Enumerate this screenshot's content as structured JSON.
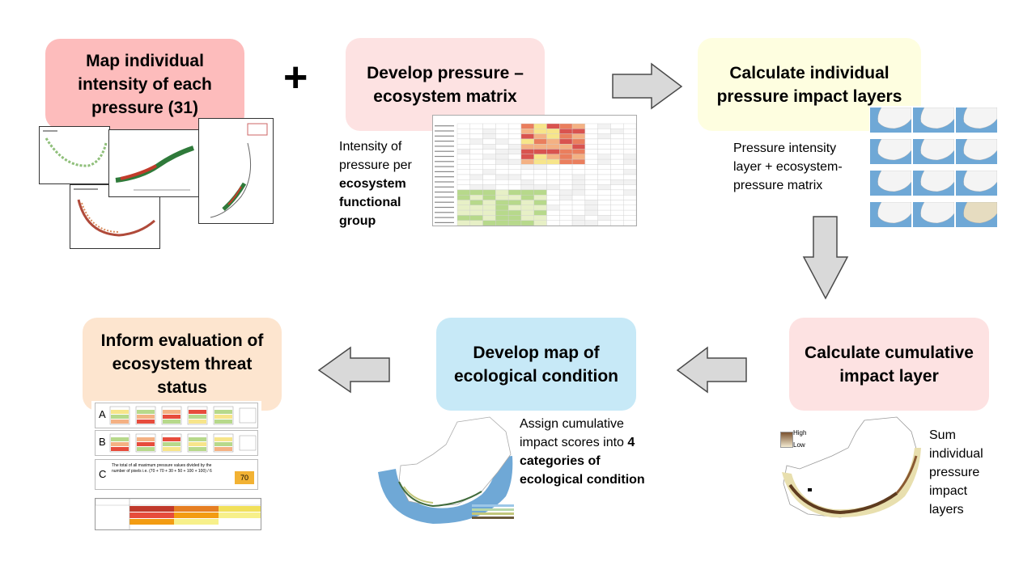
{
  "steps": {
    "map_intensity": "Map individual intensity of each pressure (31)",
    "matrix": "Develop pressure – ecosystem matrix",
    "calc_individual": "Calculate individual pressure impact layers",
    "calc_cumulative": "Calculate cumulative impact layer",
    "condition_map": "Develop map of ecological condition",
    "inform": "Inform evaluation of ecosystem threat status"
  },
  "plus": "+",
  "descriptions": {
    "matrix_plain": "Intensity of pressure per",
    "matrix_bold": "ecosystem functional group",
    "individual": "Pressure intensity layer + ecosystem-pressure matrix",
    "cumulative": "Sum individual pressure impact layers",
    "condition_plain": "Assign cumulative impact scores into",
    "condition_bold": "4 categories of ecological condition"
  },
  "legend_cumulative": {
    "high": "High",
    "low": "Low"
  },
  "threat_figure": {
    "rows": [
      "A",
      "B",
      "C"
    ],
    "c_text": "The total of all maximum pressure values divided by the number of pixels i.e. (70 + 70 + 30 + 50 + 100 + 100) / 6",
    "c_value": "70"
  },
  "colors": {
    "box_pink": "#fdbcbc",
    "box_light_pink": "#fde2e2",
    "box_yellow": "#fefee0",
    "box_blue": "#c7e9f7",
    "box_orange": "#fde5cf",
    "arrow_fill": "#d9d9d9",
    "arrow_stroke": "#4a4a4a",
    "ocean": "#6fa8d6",
    "impact_brown": "#7a5230"
  }
}
